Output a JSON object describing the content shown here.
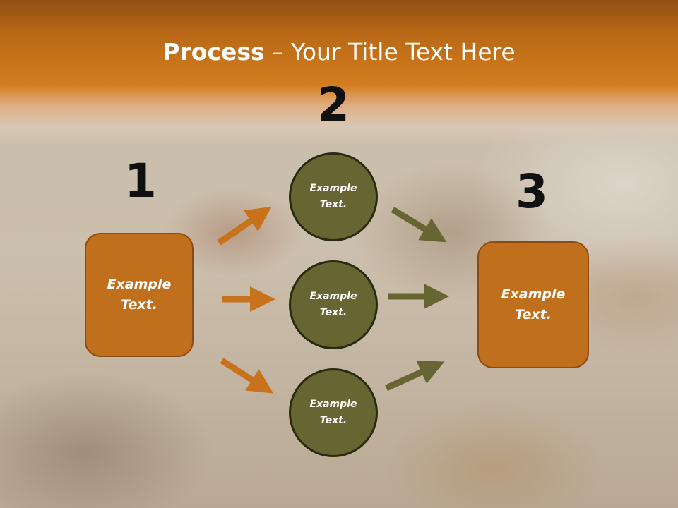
{
  "slide": {
    "title_bold": "Process",
    "title_rest": " – Your Title Text Here",
    "steps": [
      {
        "number": "1"
      },
      {
        "number": "2"
      },
      {
        "number": "3"
      }
    ],
    "left_box": {
      "text": "Example\nText."
    },
    "circles": [
      {
        "text": "Example\nText."
      },
      {
        "text": "Example\nText."
      },
      {
        "text": "Example\nText."
      }
    ],
    "right_box": {
      "text": "Example\nText."
    }
  },
  "colors": {
    "header_orange": "#c06a15",
    "box_fill": "#c0701c",
    "circle_fill": "#676531",
    "arrow_orange": "#c8721c",
    "arrow_olive": "#676531"
  }
}
